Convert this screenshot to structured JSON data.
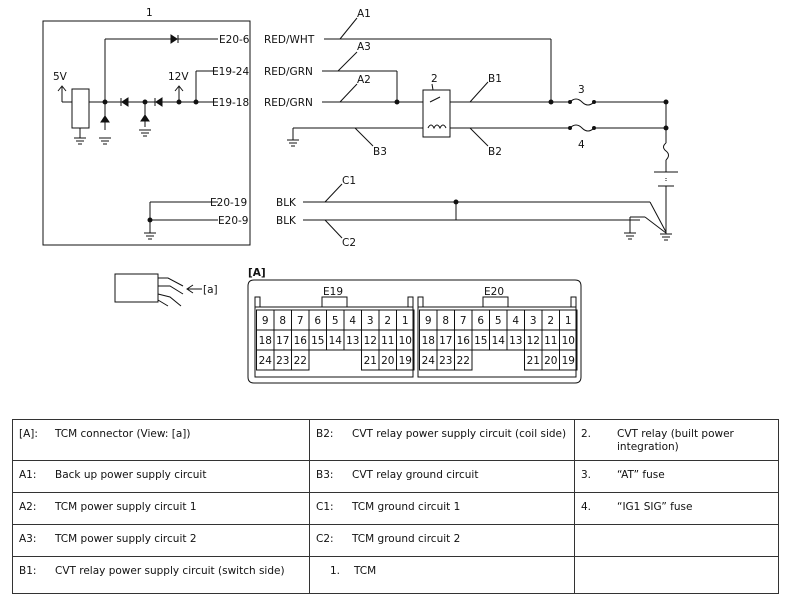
{
  "diagram": {
    "box_label": "1",
    "relay_label": "2",
    "fuse3_label": "3",
    "fuse4_label": "4",
    "connectors": {
      "e20_6": "E20-6",
      "e19_24": "E19-24",
      "e19_18": "E19-18",
      "e20_19": "E20-19",
      "e20_9": "E20-9"
    },
    "wires": {
      "red_wht": "RED/WHT",
      "red_grn_1": "RED/GRN",
      "red_grn_2": "RED/GRN",
      "blk_1": "BLK",
      "blk_2": "BLK"
    },
    "callouts": {
      "a1": "A1",
      "a2": "A2",
      "a3": "A3",
      "b1": "B1",
      "b2": "B2",
      "b3": "B3",
      "c1": "C1",
      "c2": "C2"
    },
    "voltages": {
      "v5": "5V",
      "v12": "12V"
    },
    "view_ref": "[a]",
    "connector_view_label": "[A]",
    "e19_title": "E19",
    "e20_title": "E20",
    "e19_pins": {
      "row1": [
        "9",
        "8",
        "7",
        "6",
        "5",
        "4",
        "3",
        "2",
        "1"
      ],
      "row2": [
        "18",
        "17",
        "16",
        "15",
        "14",
        "13",
        "12",
        "11",
        "10"
      ],
      "row3": [
        "24",
        "23",
        "22",
        "21",
        "20",
        "19"
      ]
    },
    "e20_pins": {
      "row1": [
        "9",
        "8",
        "7",
        "6",
        "5",
        "4",
        "3",
        "2",
        "1"
      ],
      "row2": [
        "18",
        "17",
        "16",
        "15",
        "14",
        "13",
        "12",
        "11",
        "10"
      ],
      "row3": [
        "24",
        "23",
        "22",
        "21",
        "20",
        "19"
      ]
    }
  },
  "legend": {
    "rows": [
      [
        {
          "code": "[A]:",
          "text": "TCM connector (View: [a])"
        },
        {
          "code": "B2:",
          "text": "CVT relay power supply circuit (coil side)"
        },
        {
          "code": "2.",
          "text": "CVT relay (built power integration)"
        }
      ],
      [
        {
          "code": "A1:",
          "text": "Back up power supply circuit"
        },
        {
          "code": "B3:",
          "text": "CVT relay ground circuit"
        },
        {
          "code": "3.",
          "text": "“AT” fuse"
        }
      ],
      [
        {
          "code": "A2:",
          "text": "TCM power supply circuit 1"
        },
        {
          "code": "C1:",
          "text": "TCM ground circuit 1"
        },
        {
          "code": "4.",
          "text": "“IG1 SIG” fuse"
        }
      ],
      [
        {
          "code": "A3:",
          "text": "TCM power supply circuit 2"
        },
        {
          "code": "C2:",
          "text": "TCM ground circuit 2"
        },
        {
          "code": "",
          "text": ""
        }
      ],
      [
        {
          "code": "B1:",
          "text": "CVT relay power supply circuit (switch side)"
        },
        {
          "code": "1.",
          "text": "TCM"
        },
        {
          "code": "",
          "text": ""
        }
      ]
    ]
  }
}
